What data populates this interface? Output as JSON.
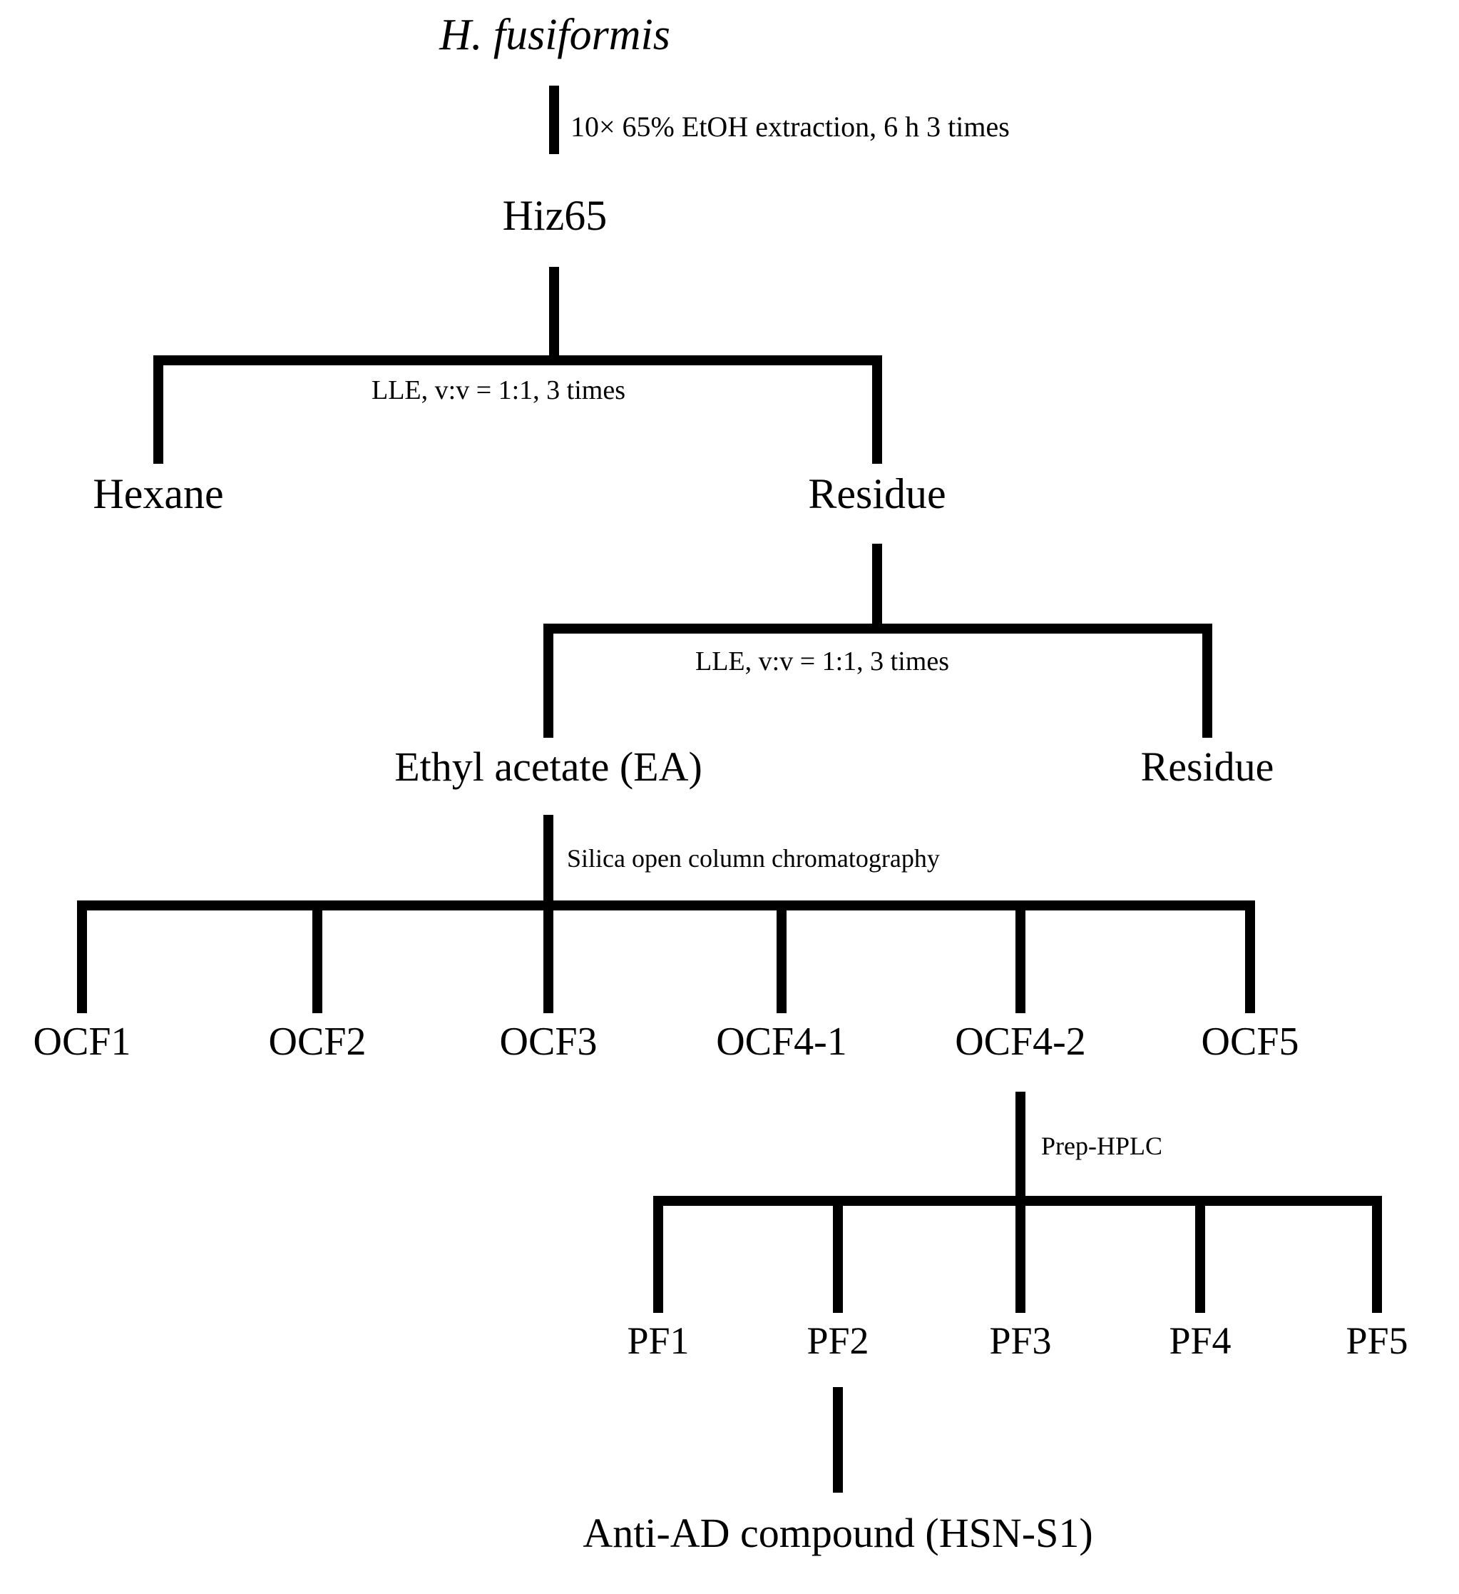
{
  "diagram": {
    "type": "flowchart",
    "title_node": "H. fusiformis",
    "background_color": "#ffffff",
    "line_color": "#000000",
    "nodes": {
      "species": "H. fusiformis",
      "extract": "Hiz65",
      "hexane": "Hexane",
      "residue1": "Residue",
      "ethyl_acetate": "Ethyl acetate (EA)",
      "residue2": "Residue",
      "ocf1": "OCF1",
      "ocf2": "OCF2",
      "ocf3": "OCF3",
      "ocf4_1": "OCF4-1",
      "ocf4_2": "OCF4-2",
      "ocf5": "OCF5",
      "pf1": "PF1",
      "pf2": "PF2",
      "pf3": "PF3",
      "pf4": "PF4",
      "pf5": "PF5",
      "final_compound": "Anti-AD compound (HSN-S1)"
    },
    "edge_labels": {
      "extraction": "10× 65% EtOH extraction, 6 h 3 times",
      "lle1": "LLE, v:v = 1:1, 3 times",
      "lle2": "LLE, v:v = 1:1, 3 times",
      "silica": "Silica open column chromatography",
      "prep_hplc": "Prep-HPLC"
    }
  }
}
